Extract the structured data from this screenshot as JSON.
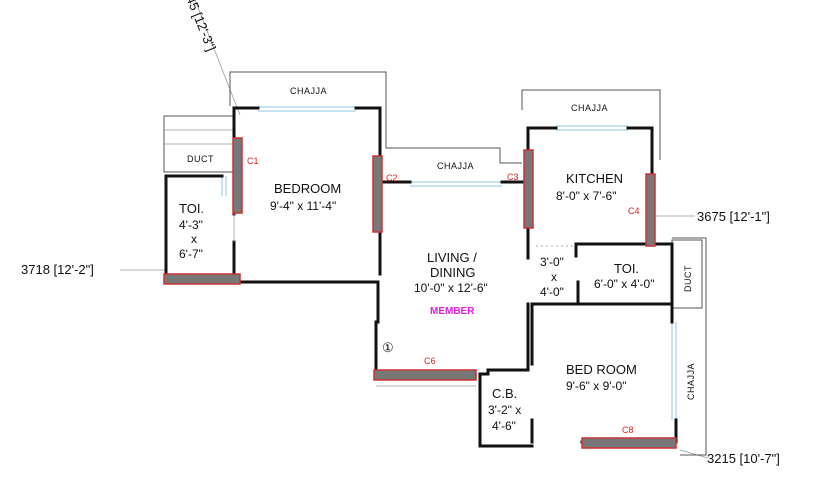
{
  "rooms": {
    "bedroom1": {
      "name": "BEDROOM",
      "size": "9'-4\" x 11'-4\""
    },
    "toilet1": {
      "name": "TOI.",
      "line1": "4'-3\"",
      "line2": "x",
      "line3": "6'-7\""
    },
    "living": {
      "name_line1": "LIVING /",
      "name_line2": "DINING",
      "size": "10'-0\" x 12'-6\""
    },
    "kitchen": {
      "name": "KITCHEN",
      "size": "8'-0\" x 7'-6\""
    },
    "toilet2": {
      "name": "TOI.",
      "size": "6'-0\" x 4'-0\""
    },
    "passage": {
      "line1": "3'-0\"",
      "line2": "x",
      "line3": "4'-0\""
    },
    "bedroom2": {
      "name": "BED ROOM",
      "size": "9'-6\" x 9'-0\""
    },
    "cb": {
      "name": "C.B.",
      "line1": "3'-2\" x",
      "line2": "4'-6\""
    }
  },
  "chajja": {
    "top_left": "CHAJJA",
    "top_right": "CHAJJA",
    "middle": "CHAJJA",
    "right_side": "CHAJJA"
  },
  "duct": {
    "left": "DUCT",
    "right": "DUCT"
  },
  "columns": {
    "c1": "C1",
    "c2": "C2",
    "c3": "C3",
    "c4": "C4",
    "c6": "C6",
    "c8": "C8"
  },
  "dimensions": {
    "top_diag": "45 [12'-3\"]",
    "right_upper": "3675 [12'-1\"]",
    "left": "3718 [12'-2\"]",
    "bottom_right": "3215 [10'-7\"]"
  },
  "member_label": "MEMBER",
  "entry_mark": "①"
}
